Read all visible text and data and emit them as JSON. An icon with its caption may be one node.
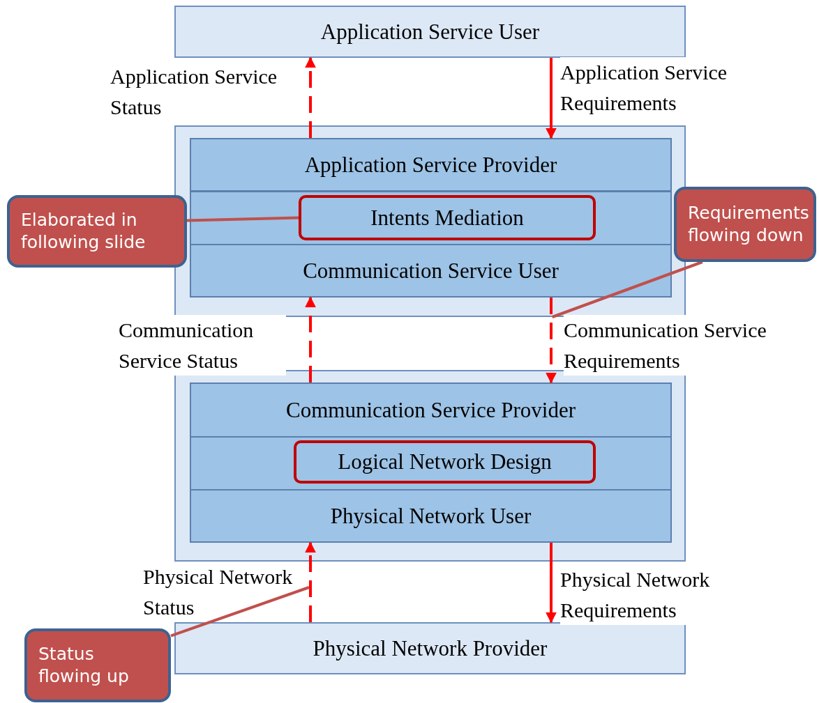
{
  "diagram": {
    "nodes": [
      {
        "text": [
          "Application Service User"
        ]
      },
      {
        "text": [],
        "shape": "box"
      },
      {
        "text": [
          "Application Service Provider"
        ],
        "in": 1
      },
      {
        "text": [],
        "shape": "box",
        "in": 1
      },
      {
        "text": [
          "Intents Mediation"
        ],
        "in": 3
      },
      {
        "text": [
          "Communication Service User"
        ],
        "in": 1
      },
      {
        "text": [],
        "shape": "box"
      },
      {
        "text": [
          "Communication Service Provider"
        ],
        "in": 6
      },
      {
        "text": [],
        "shape": "box",
        "in": 6
      },
      {
        "text": [
          "Logical Network Design"
        ],
        "in": 8
      },
      {
        "text": [
          "Physical Network User"
        ],
        "in": 6
      },
      {
        "text": [
          "Physical Network Provider"
        ]
      },
      {
        "text": [
          "Elaborated in following slide"
        ]
      },
      {
        "text": [
          "Requirements flowing down"
        ]
      },
      {
        "text": [
          "Status flowing up"
        ]
      }
    ],
    "edges": [
      {
        "from": 2,
        "to": 0,
        "arrow": "to",
        "style": "dashed",
        "label": "Application Service Status"
      },
      {
        "from": 0,
        "to": 2,
        "arrow": "to",
        "label": "Application Service Requirements"
      },
      {
        "from": 7,
        "to": 5,
        "arrow": "to",
        "style": "dashed",
        "label": "Communication Service Status"
      },
      {
        "from": 5,
        "to": 7,
        "arrow": "to",
        "style": "dashed",
        "label": "Communication Service Requirements"
      },
      {
        "from": 11,
        "to": 10,
        "arrow": "to",
        "style": "dashed",
        "label": "Physical Network Status"
      },
      {
        "from": 10,
        "to": 11,
        "arrow": "to",
        "label": "Physical Network Requirements"
      },
      {
        "from": 12,
        "to": 4,
        "arrow": "none",
        "color": "#c0504d"
      },
      {
        "from": 13,
        "to": 1,
        "arrow": "none",
        "color": "#c0504d"
      },
      {
        "from": 14,
        "to": null,
        "arrow": "none",
        "color": "#c0504d"
      }
    ]
  }
}
